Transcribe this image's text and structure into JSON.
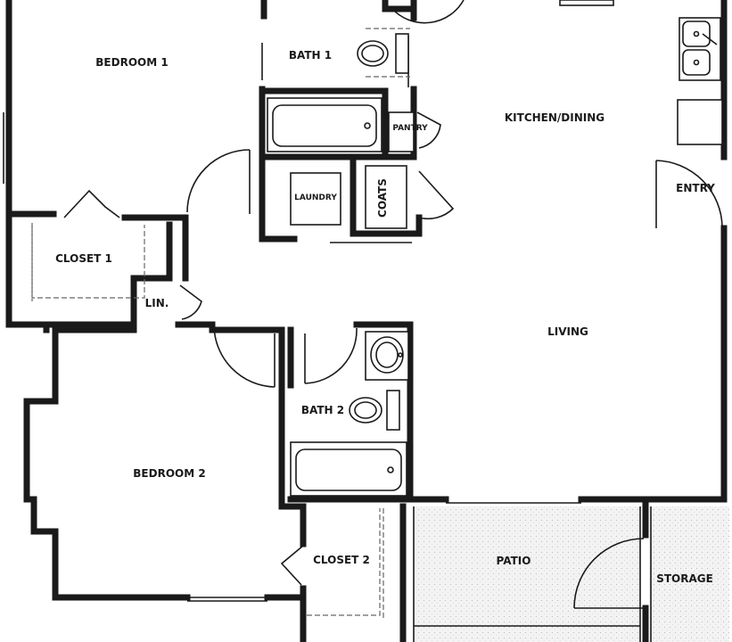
{
  "rooms": {
    "bedroom1": "BEDROOM 1",
    "bath1": "BATH 1",
    "kitchen": "KITCHEN/DINING",
    "pantry": "PANTRY",
    "laundry": "LAUNDRY",
    "coats": "COATS",
    "entry": "ENTRY",
    "closet1": "CLOSET 1",
    "linen": "LIN.",
    "living": "LIVING",
    "bath2": "BATH 2",
    "bedroom2": "BEDROOM 2",
    "closet2": "CLOSET 2",
    "patio": "PATIO",
    "storage": "STORAGE"
  },
  "colors": {
    "wall": "#1a1a1a",
    "patio_texture": "#e6e6e6",
    "background": "#ffffff"
  }
}
